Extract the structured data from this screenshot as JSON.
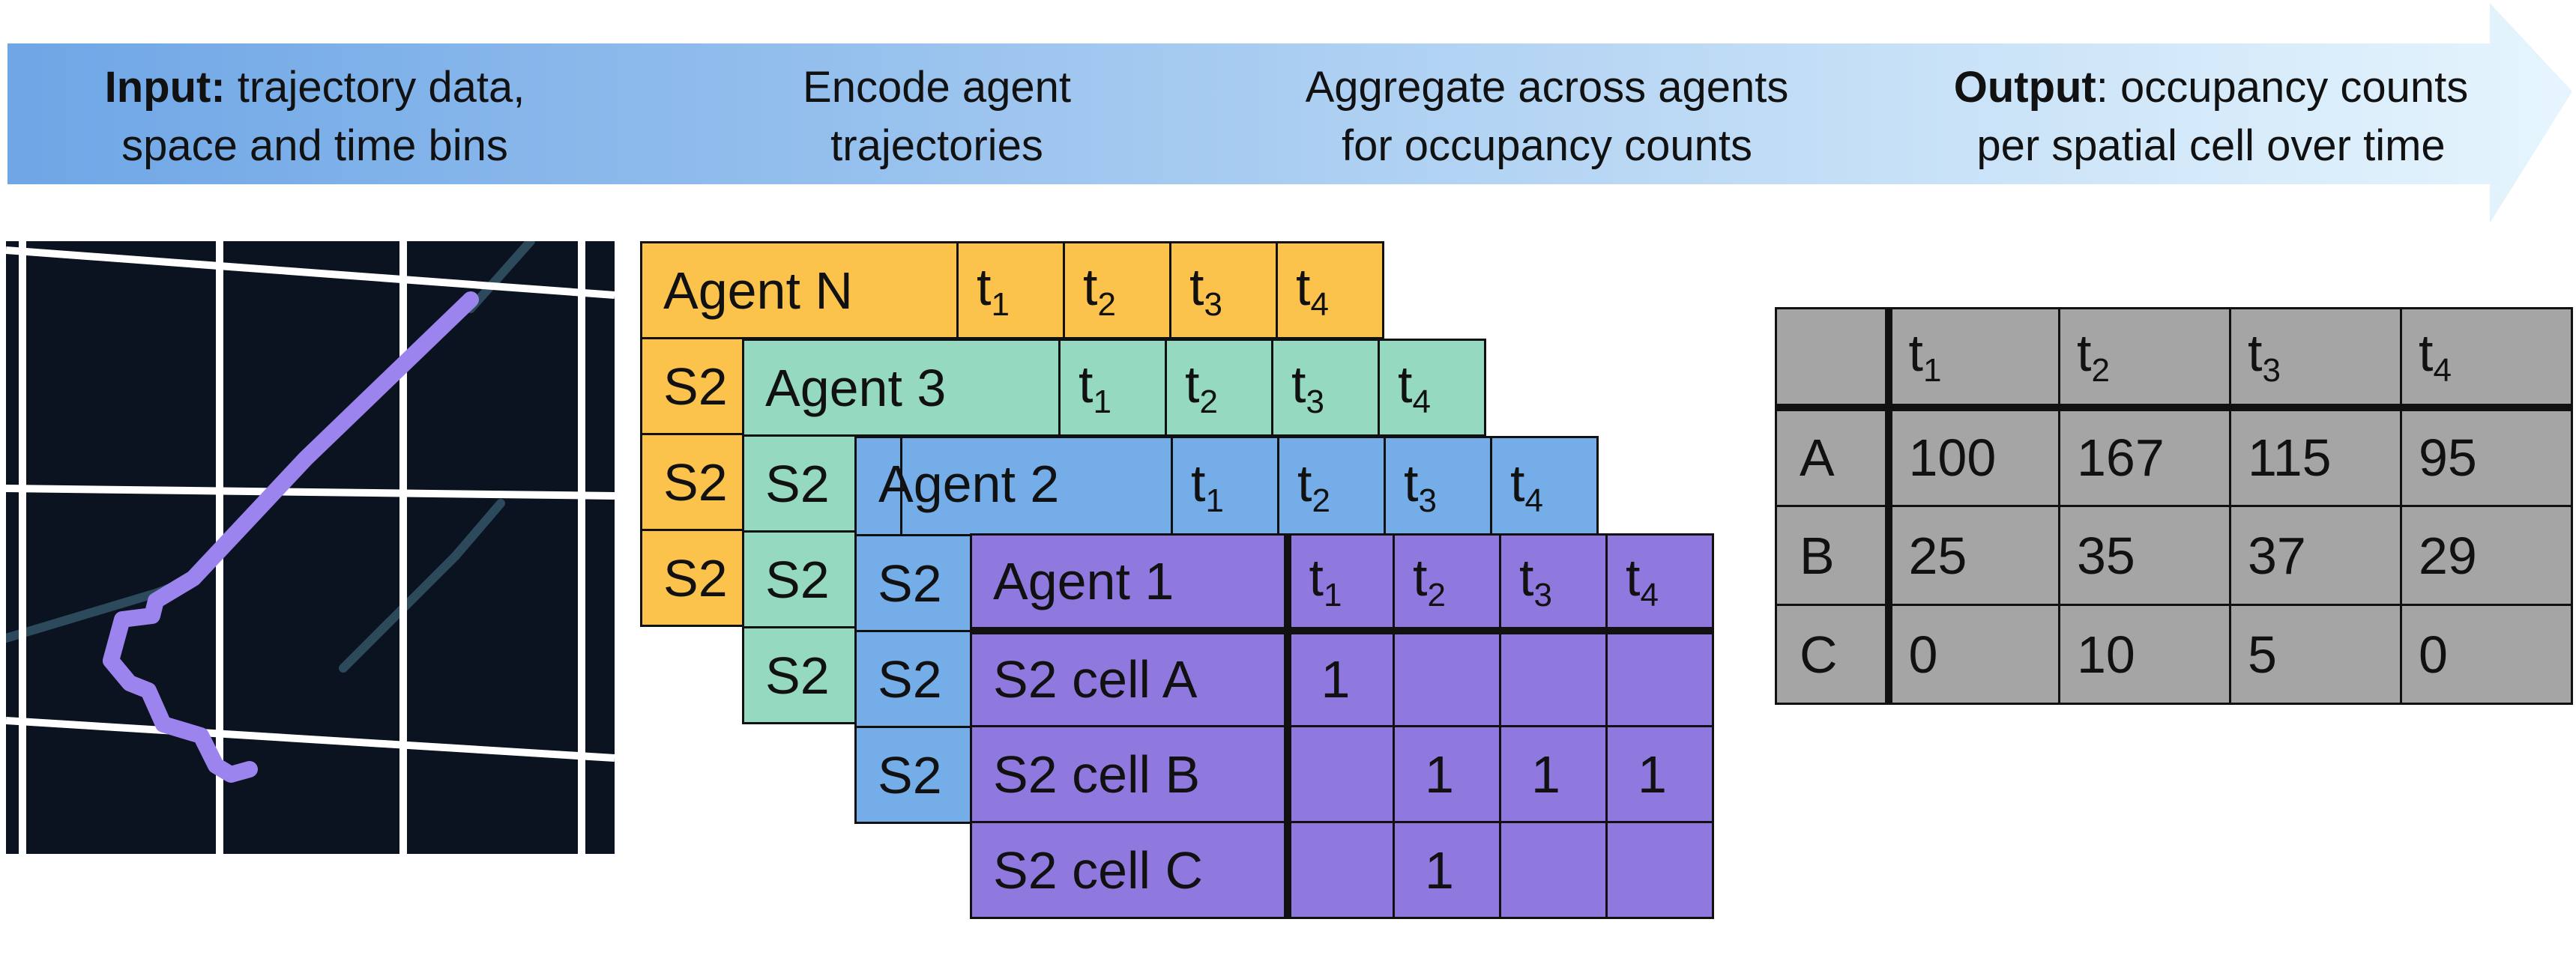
{
  "colors": {
    "banner_start": "#6ea6e6",
    "banner_end": "#e6f5fd",
    "map_bg": "#0b1220",
    "grid_line": "#ffffff",
    "trajectory": "#9c84ee",
    "faint_track": "#2c4a5c",
    "agent_n": "#fbc34c",
    "agent_3": "#94d9c0",
    "agent_2": "#75ade9",
    "agent_1": "#9079de",
    "output_table": "#a5a5a5"
  },
  "banner": {
    "step1_bold": "Input:",
    "step1_line1": " trajectory data,",
    "step1_line2": "space and time bins",
    "step2_line1": "Encode agent",
    "step2_line2": "trajectories",
    "step3_line1": "Aggregate across agents",
    "step3_line2": "for occupancy counts",
    "step4_bold": "Output",
    "step4_line1": ": occupancy counts",
    "step4_line2": "per spatial cell over time"
  },
  "time_bins": {
    "t": "t",
    "subs": [
      "1",
      "2",
      "3",
      "4"
    ]
  },
  "agents": {
    "agent_n": {
      "label": "Agent N",
      "row_stub": "S2"
    },
    "agent_3": {
      "label": "Agent 3",
      "row_stub": "S2"
    },
    "agent_2": {
      "label": "Agent 2",
      "row_stub": "S2"
    },
    "agent_1": {
      "label": "Agent 1",
      "rows": [
        {
          "cell": "S2 cell A",
          "values": [
            "1",
            "",
            "",
            ""
          ]
        },
        {
          "cell": "S2 cell B",
          "values": [
            "",
            "1",
            "1",
            "1"
          ]
        },
        {
          "cell": "S2 cell C",
          "values": [
            "",
            "1",
            "",
            ""
          ]
        }
      ]
    }
  },
  "output_table": {
    "rows": [
      {
        "label": "A",
        "values": [
          "100",
          "167",
          "115",
          "95"
        ]
      },
      {
        "label": "B",
        "values": [
          "25",
          "35",
          "37",
          "29"
        ]
      },
      {
        "label": "C",
        "values": [
          "0",
          "10",
          "5",
          "0"
        ]
      }
    ]
  }
}
